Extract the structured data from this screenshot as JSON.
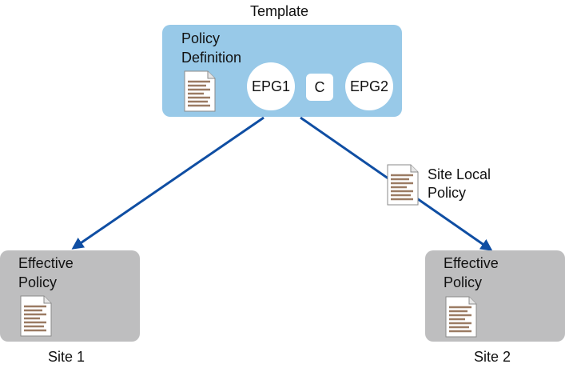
{
  "template": {
    "title": "Template",
    "policy_label_line1": "Policy",
    "policy_label_line2": "Definition",
    "epg1": "EPG1",
    "contract": "C",
    "epg2": "EPG2"
  },
  "site_local_policy": {
    "line1": "Site Local",
    "line2": "Policy"
  },
  "sites": [
    {
      "line1": "Effective",
      "line2": "Policy",
      "caption": "Site 1"
    },
    {
      "line1": "Effective",
      "line2": "Policy",
      "caption": "Site 2"
    }
  ],
  "colors": {
    "template_box": "#98c9e8",
    "site_box": "#bebebf",
    "arrow": "#0f4ea3",
    "document_lines": "#9b7b63"
  },
  "icons": [
    "document-icon",
    "arrow-head-icon"
  ]
}
